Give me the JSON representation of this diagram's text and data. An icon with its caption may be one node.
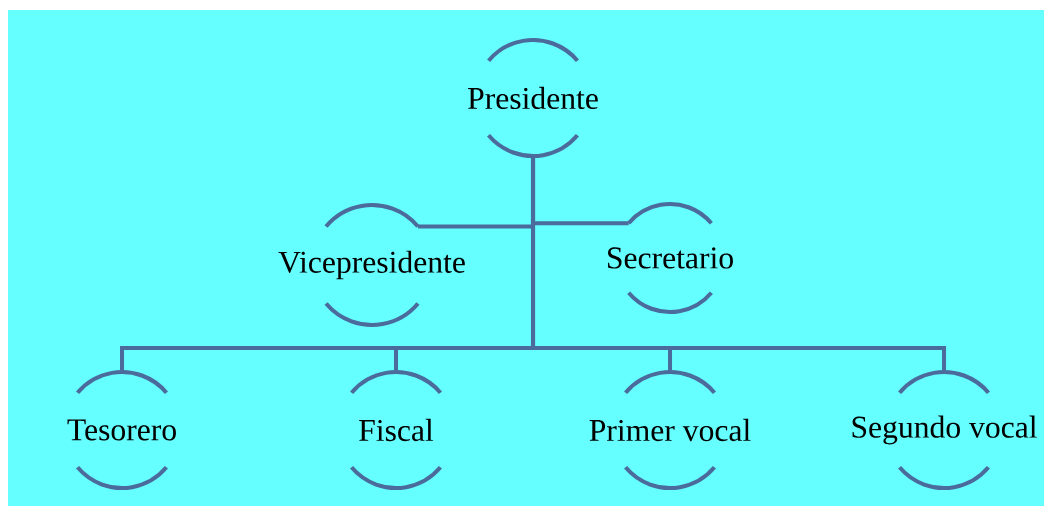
{
  "diagram": {
    "nodes": [
      {
        "text": [
          "Presidente"
        ]
      },
      {
        "text": [
          "Vicepresidente"
        ]
      },
      {
        "text": [
          "Secretario"
        ]
      },
      {
        "text": [
          "Tesorero"
        ]
      },
      {
        "text": [
          "Fiscal"
        ]
      },
      {
        "text": [
          "Primer vocal"
        ]
      },
      {
        "text": [
          "Segundo vocal"
        ]
      }
    ],
    "edges": [
      {
        "from": 0,
        "to": 1,
        "arrow": "none"
      },
      {
        "from": 0,
        "to": 2,
        "arrow": "none"
      },
      {
        "from": 0,
        "to": 3,
        "arrow": "none"
      },
      {
        "from": 0,
        "to": 4,
        "arrow": "none"
      },
      {
        "from": 0,
        "to": 5,
        "arrow": "none"
      },
      {
        "from": 0,
        "to": 6,
        "arrow": "none"
      }
    ]
  }
}
